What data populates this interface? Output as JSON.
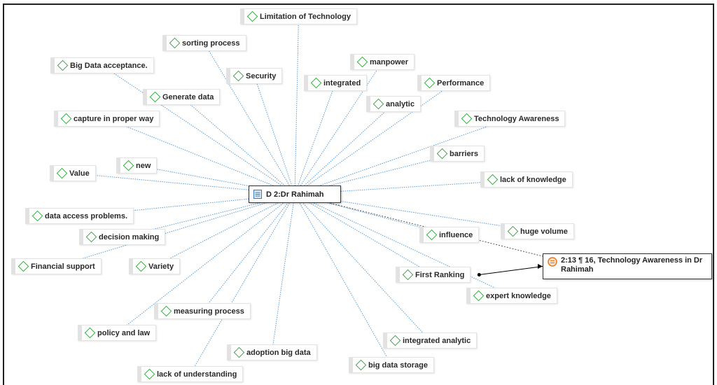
{
  "document_node": {
    "label": "D 2:Dr Rahimah",
    "icon": "document-icon"
  },
  "quotation_node": {
    "label": "2:13 ¶ 16, Technology Awareness in Dr Rahimah",
    "icon": "quotation-icon"
  },
  "codes": [
    {
      "label": "Limitation of Technology"
    },
    {
      "label": "sorting process"
    },
    {
      "label": "Big Data acceptance."
    },
    {
      "label": "Security"
    },
    {
      "label": "manpower"
    },
    {
      "label": "integrated"
    },
    {
      "label": "Performance"
    },
    {
      "label": "Generate data"
    },
    {
      "label": "analytic"
    },
    {
      "label": "capture in proper way"
    },
    {
      "label": "Technology Awareness"
    },
    {
      "label": "barriers"
    },
    {
      "label": "new"
    },
    {
      "label": "Value"
    },
    {
      "label": "lack of knowledge"
    },
    {
      "label": "data access problems."
    },
    {
      "label": "huge volume"
    },
    {
      "label": "decision making"
    },
    {
      "label": "influence"
    },
    {
      "label": "Financial support"
    },
    {
      "label": "Variety"
    },
    {
      "label": "First Ranking"
    },
    {
      "label": "expert knowledge"
    },
    {
      "label": "measuring process"
    },
    {
      "label": "policy and law"
    },
    {
      "label": "integrated analytic"
    },
    {
      "label": "adoption big data"
    },
    {
      "label": "big data storage"
    },
    {
      "label": "lack of understanding"
    }
  ],
  "colors": {
    "code_icon": "#3ea64b",
    "edge": "#5b9bd5",
    "link": "#000000"
  }
}
